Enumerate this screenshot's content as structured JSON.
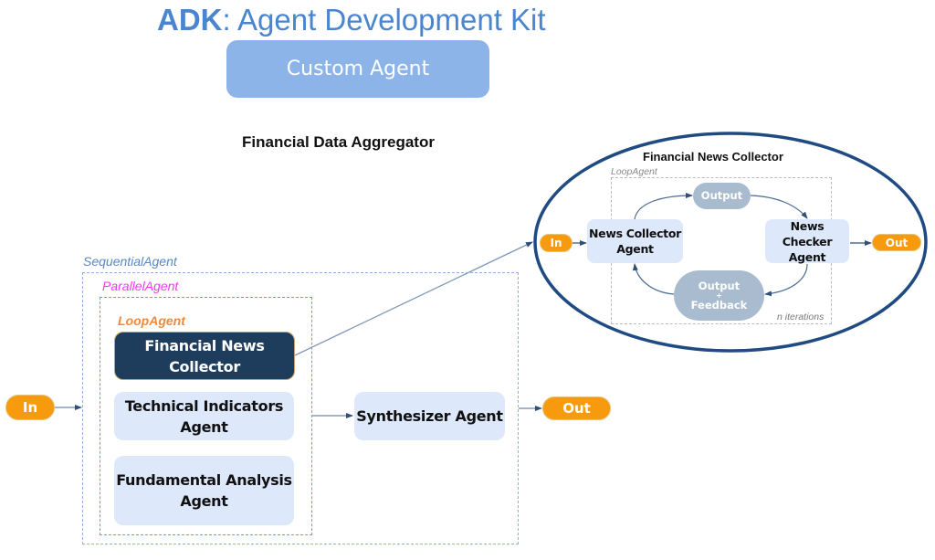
{
  "header": {
    "title_bold": "ADK",
    "title_rest": ": Agent Development Kit",
    "badge": "Custom Agent"
  },
  "main_diagram": {
    "title": "Financial Data Aggregator",
    "sequential_label": "SequentialAgent",
    "parallel_label": "ParallelAgent",
    "loop_label": "LoopAgent",
    "input": "In",
    "output": "Out",
    "agents": {
      "financial_news": "Financial News Collector",
      "technical": "Technical Indicators Agent",
      "fundamental": "Fundamental Analysis Agent",
      "synthesizer": "Synthesizer Agent"
    }
  },
  "zoom_diagram": {
    "title": "Financial News Collector",
    "loop_label": "LoopAgent",
    "iterations_label": "n iterations",
    "input": "In",
    "output": "Out",
    "collector_agent": "News Collector Agent",
    "checker_agent": "News Checker Agent",
    "output_node": "Output",
    "feedback_node": {
      "line1": "Output",
      "plus": "+",
      "line2": "Feedback"
    }
  },
  "colors": {
    "title_blue": "#4a86d0",
    "badge_blue": "#8db4e8",
    "agent_fill": "#dde8fa",
    "highlight_agent": "#1e3d5c",
    "io_orange": "#f79a0e",
    "sequential_border": "#8fb1e3",
    "parallel_border": "#ff55ee",
    "loop_label_orange": "#f08a3a",
    "ellipse_stroke": "#1f4b82",
    "gray_node": "#a9bccf"
  }
}
